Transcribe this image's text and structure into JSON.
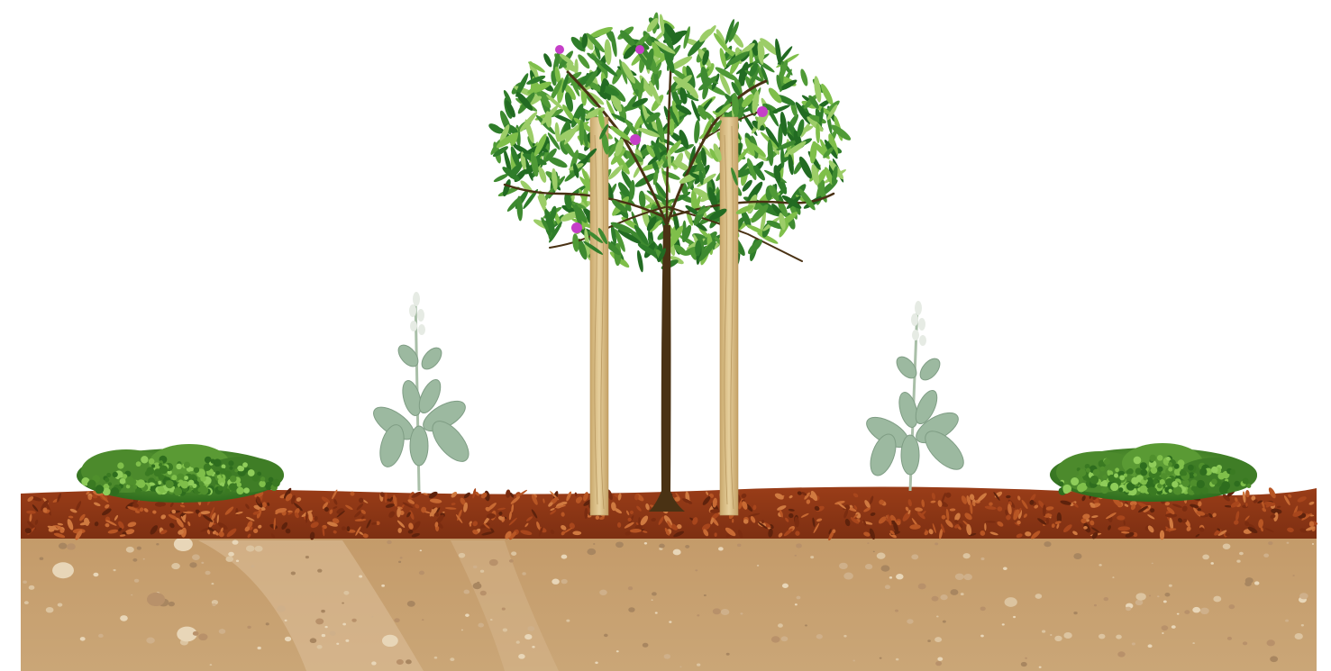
{
  "scene": {
    "description_tags": [
      "tree",
      "stakes",
      "sage-plants",
      "shrubs",
      "mulch",
      "soil"
    ]
  },
  "colors": {
    "background": "#ffffff",
    "mulch_dark": "#7a2c10",
    "mulch_mid": "#a8461c",
    "mulch_light": "#c86a33",
    "soil_base": "#c9a273",
    "soil_light": "#dcc09a",
    "soil_dark": "#a67f52",
    "stake": "#dcc08a",
    "stake_grain": "#b89860",
    "trunk": "#4a3214",
    "leaf_dark": "#2f7d2a",
    "leaf_light": "#7fbf4a",
    "sage_leaf": "#9cb9a0",
    "sage_flower": "#e8ece8",
    "shrub_dark": "#2e6d1e",
    "shrub_light": "#6aa63a",
    "blossom": "#c53fc8"
  }
}
